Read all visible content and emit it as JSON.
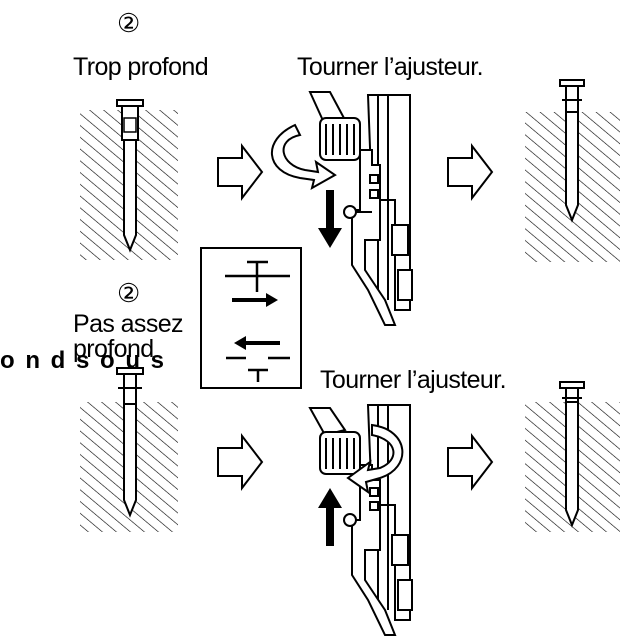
{
  "top": {
    "step_number": "②",
    "condition_label": "Trop profond",
    "instruction_label": "Tourner l’ajusteur."
  },
  "bottom": {
    "step_number": "②",
    "condition_label_line1": "Pas assez",
    "condition_label_line2": "profond",
    "instruction_label": "Tourner l’ajusteur."
  },
  "overlay_text": "o n d  s o u s"
}
